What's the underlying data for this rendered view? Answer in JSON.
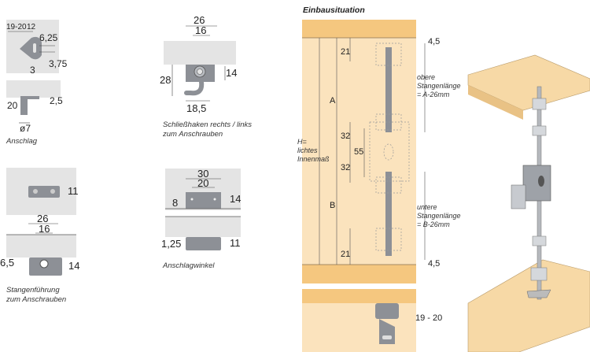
{
  "anschlag": {
    "caption": "Anschlag",
    "dims": [
      "19-20",
      "12",
      "6,25",
      "3,75",
      "3",
      "20",
      "2,5",
      "ø7"
    ]
  },
  "schliesshaken": {
    "caption_line1": "Schließhaken rechts / links",
    "caption_line2": "zum Anschrauben",
    "dims": [
      "26",
      "16",
      "28",
      "14",
      "18,5"
    ]
  },
  "stangenfuehrung": {
    "caption_line1": "Stangenführung",
    "caption_line2": "zum Anschrauben",
    "dims": [
      "11",
      "26",
      "16",
      "6,5",
      "14"
    ]
  },
  "anschlagwinkel": {
    "caption": "Anschlagwinkel",
    "dims": [
      "30",
      "20",
      "8",
      "14",
      "1,25",
      "11"
    ]
  },
  "einbau": {
    "title": "Einbausituation",
    "dims": [
      "4,5",
      "21",
      "A",
      "32",
      "55",
      "32",
      "B",
      "21",
      "4,5",
      "19 - 20"
    ],
    "h_label": [
      "H=",
      "lichtes",
      "Innenmaß"
    ],
    "obere": [
      "obere",
      "Stangenlänge",
      "= A-26mm"
    ],
    "untere": [
      "untere",
      "Stangenlänge",
      "= B-26mm"
    ]
  },
  "colors": {
    "panel": "#fbe3bd",
    "board": "#f5c77f",
    "metal": "#8d9096",
    "gray_bg": "#e4e4e4"
  }
}
